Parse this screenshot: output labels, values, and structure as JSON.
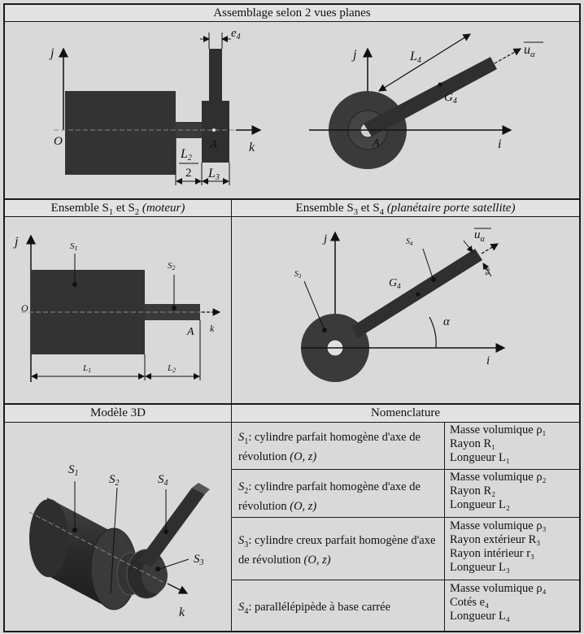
{
  "titles": {
    "assemblage": "Assemblage selon 2 vues planes",
    "s1s2_pre": "Ensemble S",
    "s1s2_mid": " et S",
    "s1s2_paren": "(moteur)",
    "s3s4_pre": "Ensemble S",
    "s3s4_mid": " et S",
    "s3s4_paren": "(planétaire porte satellite)",
    "modele": "Modèle 3D",
    "nomenclature": "Nomenclature"
  },
  "labels": {
    "j": "j",
    "k": "k",
    "i": "i",
    "u": "u",
    "alpha_sub": "α",
    "O": "O",
    "A": "A",
    "e4": "e",
    "e4_sub": "4",
    "L2": "L",
    "L2_sub": "2",
    "two": "2",
    "L3": "L",
    "L3_sub": "3",
    "L4": "L",
    "L4_sub": "4",
    "G4": "G",
    "G4_sub": "4",
    "S1": "S",
    "S1_sub": "1",
    "S2": "S",
    "S2_sub": "2",
    "S3": "S",
    "S3_sub": "3",
    "S4": "S",
    "S4_sub": "4",
    "L1": "L",
    "L1_sub": "1",
    "alpha": "α"
  },
  "nomenclature": [
    {
      "part": "S",
      "part_sub": "1",
      "desc": ": cylindre parfait homogène d'axe de révolution ",
      "axis": "(O, z)",
      "props": [
        "Masse volumique ρ₁",
        "Rayon R₁",
        "Longueur L₁"
      ]
    },
    {
      "part": "S",
      "part_sub": "2",
      "desc": ": cylindre parfait homogène d'axe de révolution ",
      "axis": "(O, z)",
      "props": [
        "Masse volumique ρ₂",
        "Rayon R₂",
        "Longueur L₂"
      ]
    },
    {
      "part": "S",
      "part_sub": "3",
      "desc": ": cylindre creux parfait homogène d'axe de révolution ",
      "axis": "(O, z)",
      "props": [
        "Masse volumique ρ₃",
        "Rayon extérieur R₃",
        "Rayon intérieur r₃",
        "Longueur L₃"
      ]
    },
    {
      "part": "S",
      "part_sub": "4",
      "desc": ": parallélépipède à base carrée",
      "axis": "",
      "props": [
        "Masse volumique ρ₄",
        "Cotés e₄",
        "Longueur L₄"
      ]
    }
  ]
}
